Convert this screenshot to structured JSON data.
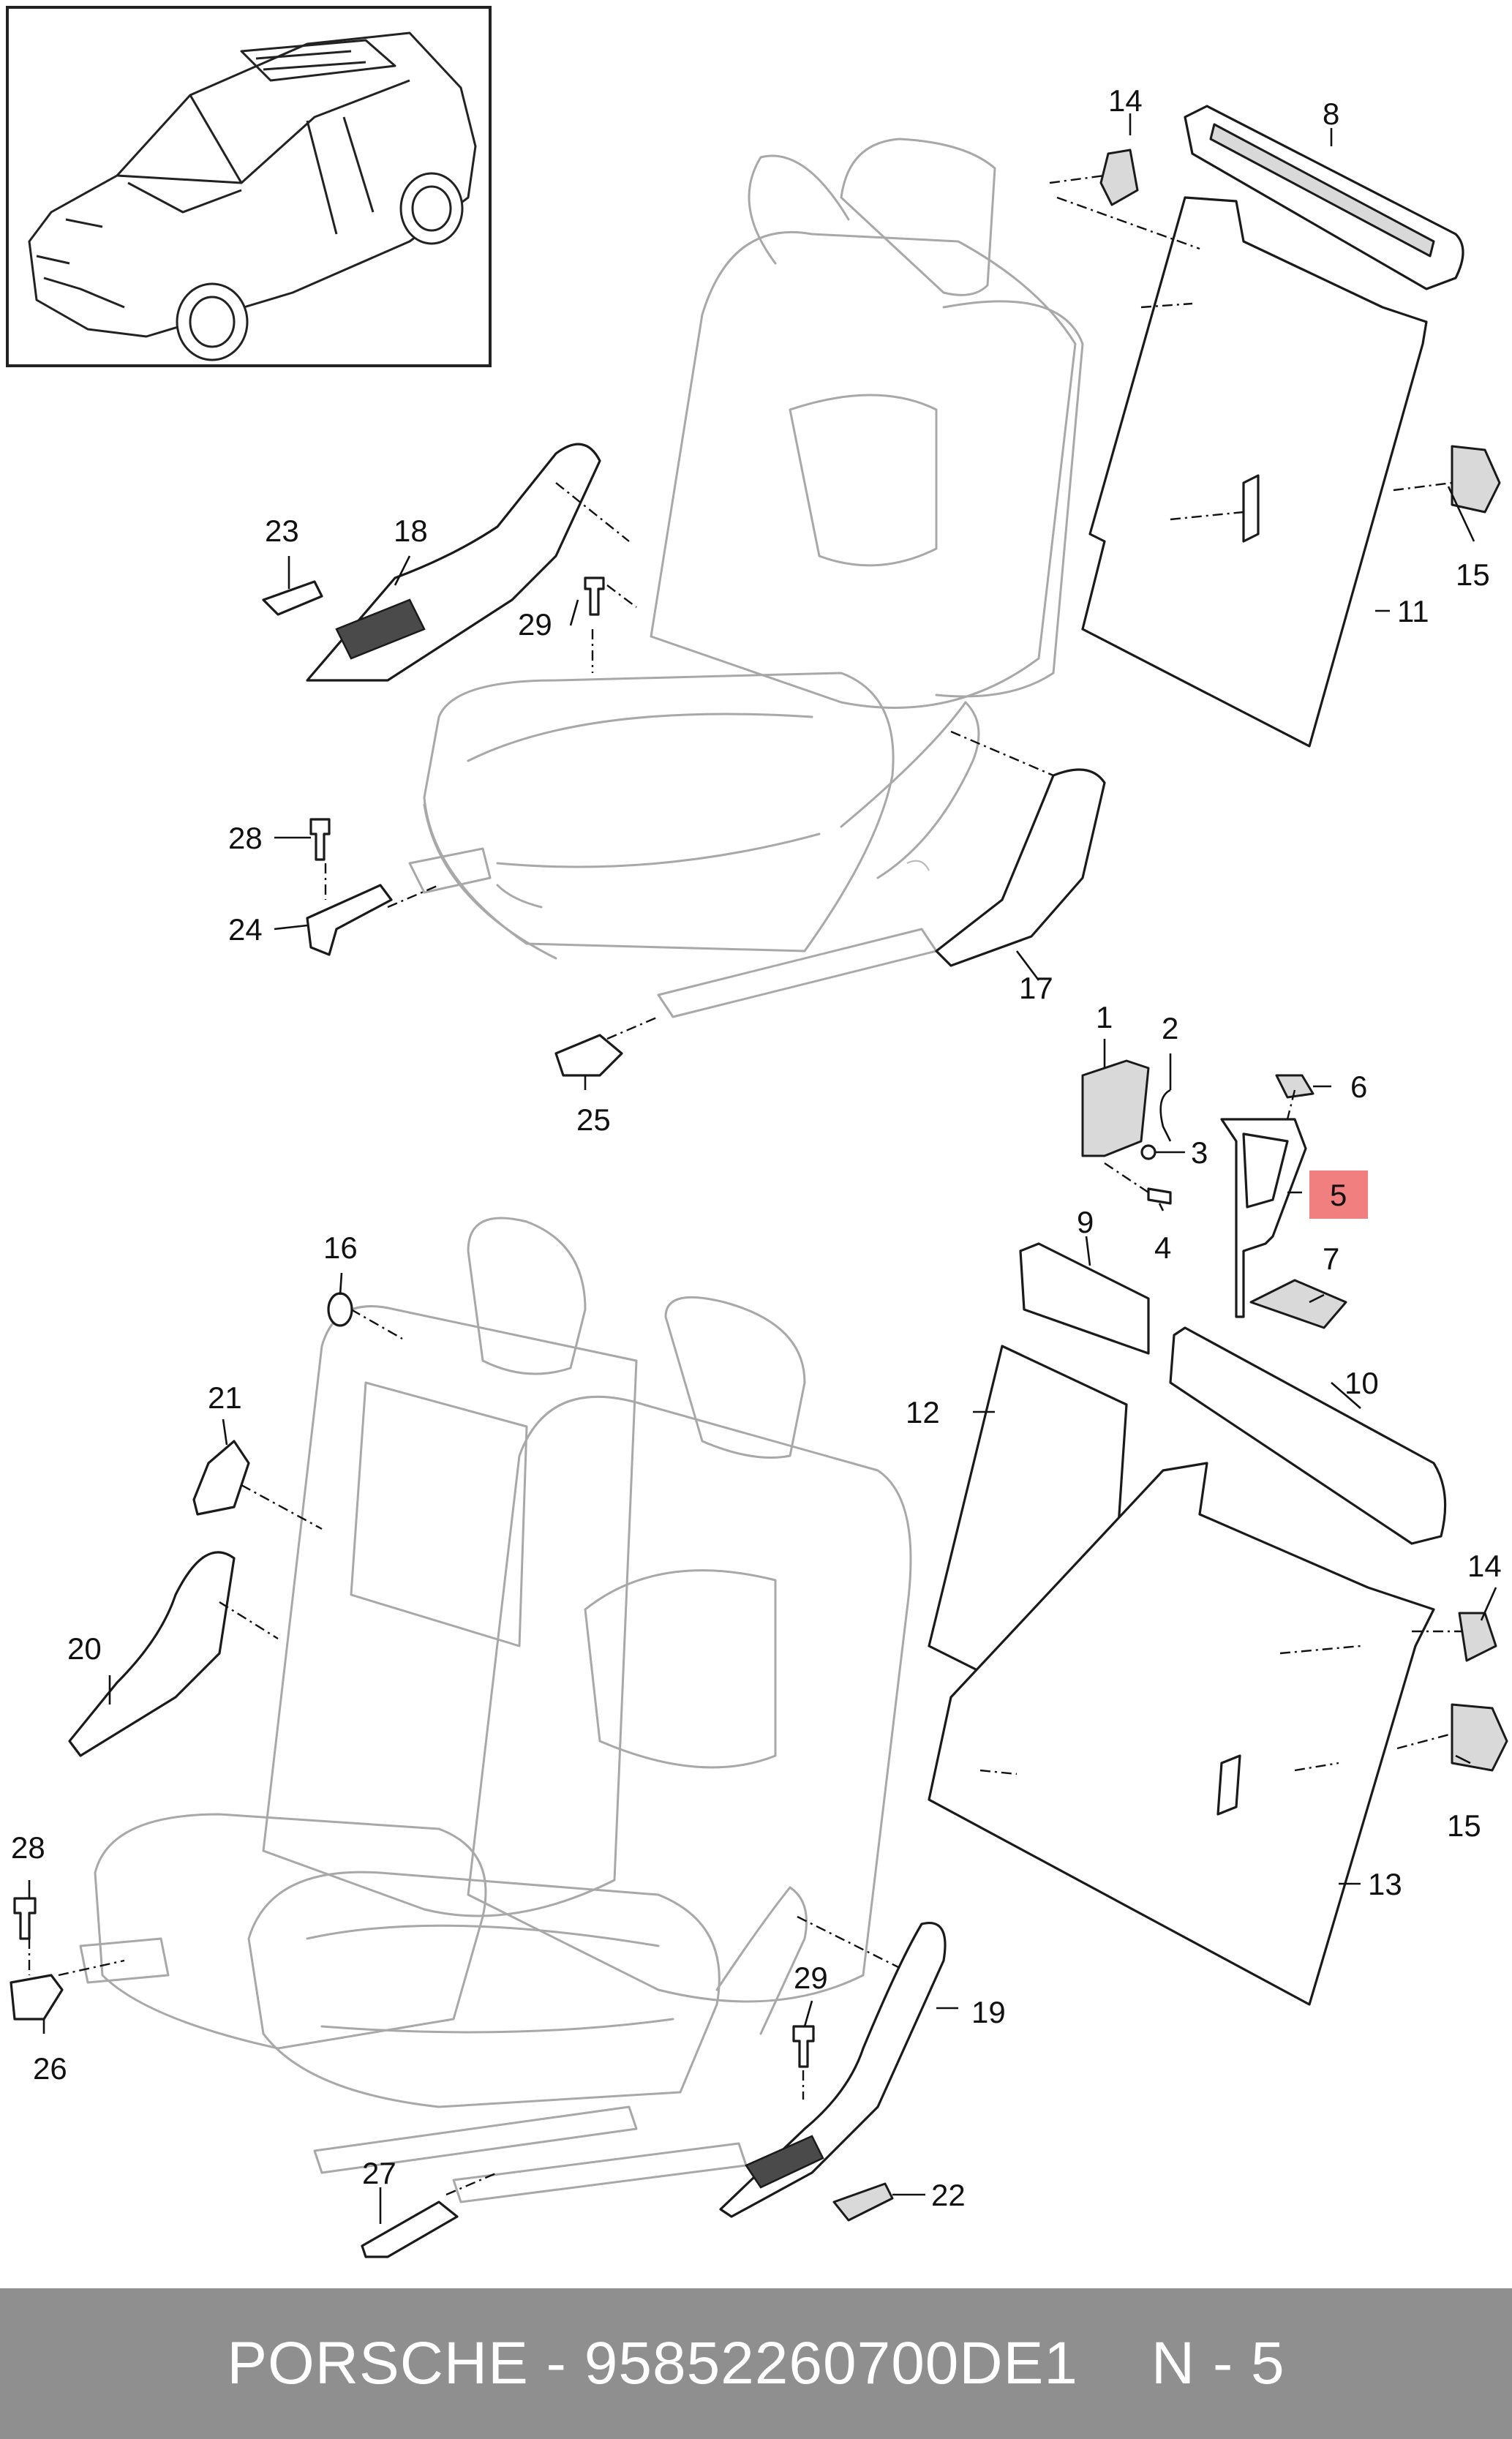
{
  "diagram": {
    "callouts": [
      {
        "label": "14"
      },
      {
        "label": "8"
      },
      {
        "label": "15"
      },
      {
        "label": "11"
      },
      {
        "label": "23"
      },
      {
        "label": "18"
      },
      {
        "label": "29"
      },
      {
        "label": "28"
      },
      {
        "label": "24"
      },
      {
        "label": "17"
      },
      {
        "label": "25"
      },
      {
        "label": "1"
      },
      {
        "label": "2"
      },
      {
        "label": "3"
      },
      {
        "label": "4"
      },
      {
        "label": "6"
      },
      {
        "label": "5"
      },
      {
        "label": "7"
      },
      {
        "label": "9"
      },
      {
        "label": "16"
      },
      {
        "label": "21"
      },
      {
        "label": "20"
      },
      {
        "label": "12"
      },
      {
        "label": "10"
      },
      {
        "label": "14"
      },
      {
        "label": "15"
      },
      {
        "label": "13"
      },
      {
        "label": "28"
      },
      {
        "label": "26"
      },
      {
        "label": "29"
      },
      {
        "label": "19"
      },
      {
        "label": "27"
      },
      {
        "label": "22"
      }
    ],
    "highlighted_part": "5",
    "highlight_color": "#f27f7f"
  },
  "footer": {
    "brand": "PORSCHE",
    "separator": "-",
    "part_number": "95852260700DE1",
    "ref_prefix": "N",
    "ref_number": "5",
    "background": "#8f8f8f"
  }
}
